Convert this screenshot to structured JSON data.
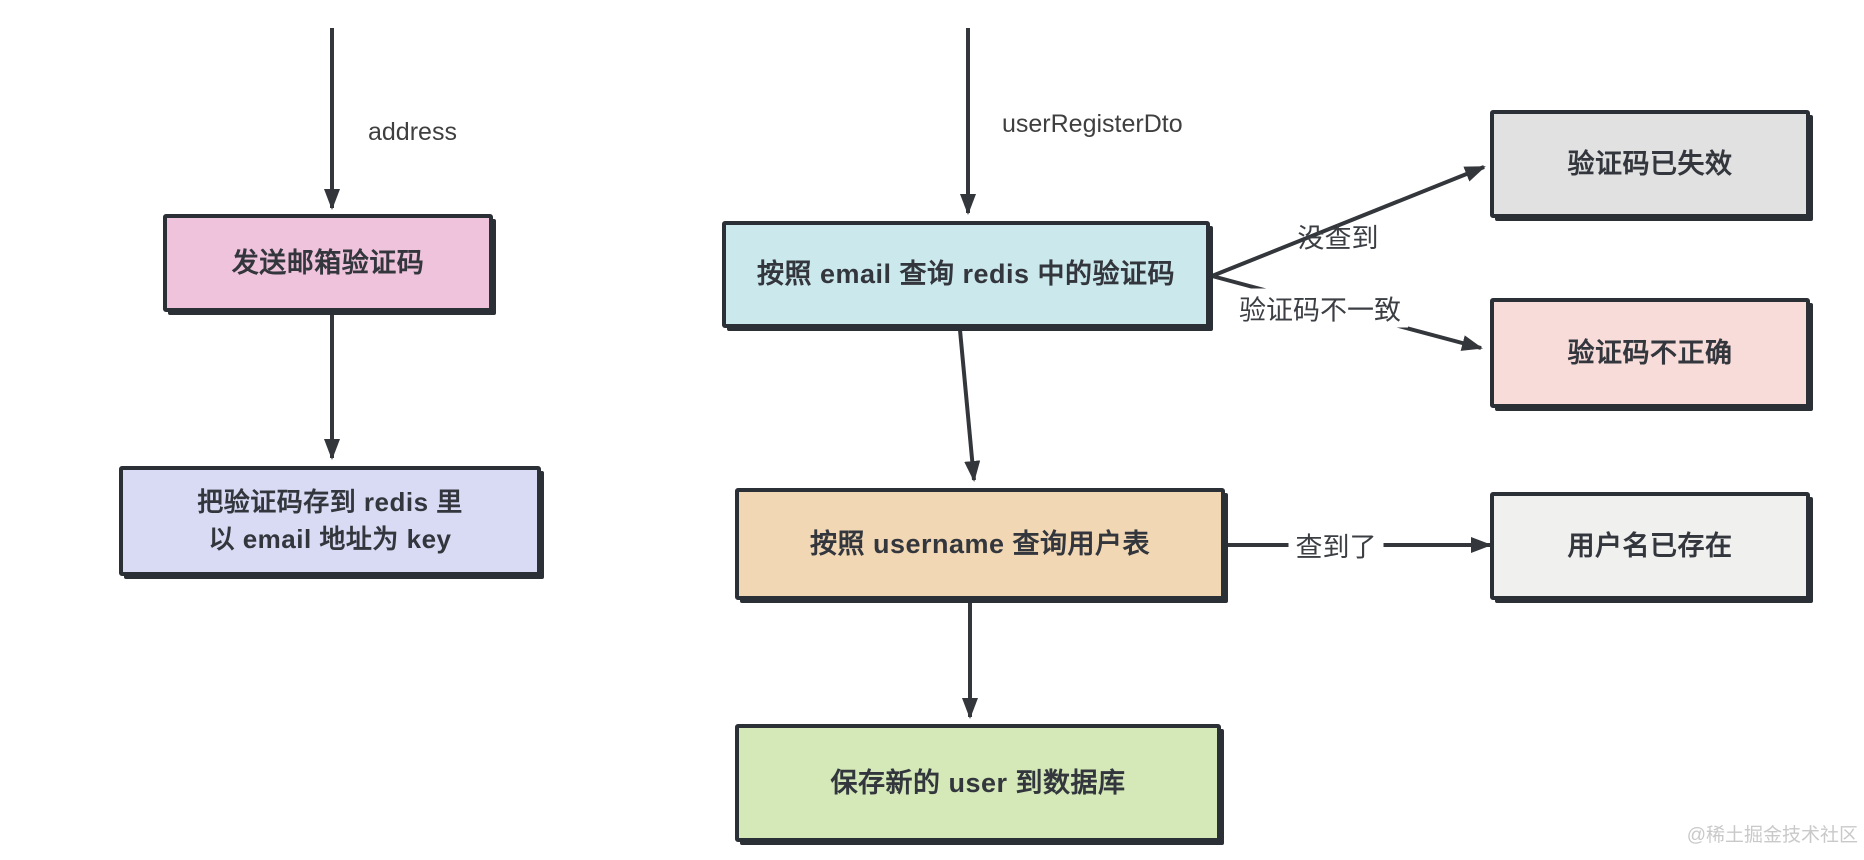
{
  "diagram": {
    "edge_labels": {
      "address": "address",
      "user_register_dto": "userRegisterDto",
      "not_found": "没查到",
      "code_mismatch": "验证码不一致",
      "found": "查到了"
    },
    "nodes": {
      "send_email_code": {
        "label": "发送邮箱验证码",
        "fill": "#f0c3dc"
      },
      "store_redis": {
        "label_line1": "把验证码存到 redis 里",
        "label_line2": "以 email 地址为 key",
        "fill": "#d9dbf5"
      },
      "query_redis": {
        "label": "按照 email 查询 redis 中的验证码",
        "fill": "#cbe8ec"
      },
      "code_expired": {
        "label": "验证码已失效",
        "fill": "#e1e1e1"
      },
      "code_incorrect": {
        "label": "验证码不正确",
        "fill": "#f7dcd9"
      },
      "query_user_table": {
        "label": "按照 username 查询用户表",
        "fill": "#f2d7b5"
      },
      "username_exists": {
        "label": "用户名已存在",
        "fill": "#f0f0ef"
      },
      "save_user": {
        "label": "保存新的 user 到数据库",
        "fill": "#d4e8b8"
      }
    },
    "colors": {
      "node_border": "#2b2f36",
      "arrow": "#33363b",
      "label_text": "#3b3e43",
      "watermark_text": "#c9c9c9"
    },
    "watermark": "@稀土掘金技术社区"
  }
}
